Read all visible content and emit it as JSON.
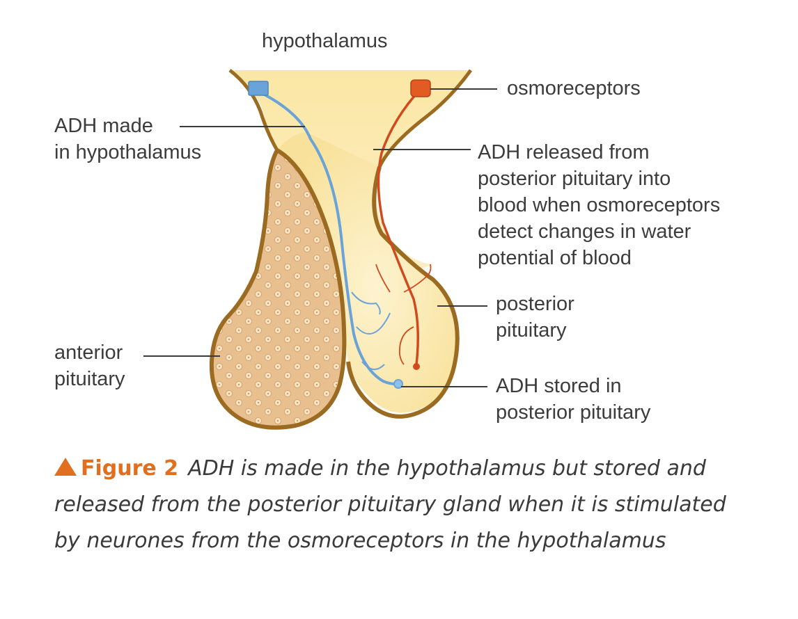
{
  "labels": {
    "hypothalamus": "hypothalamus",
    "osmoreceptors": "osmoreceptors",
    "adh_made": "ADH made\nin hypothalamus",
    "adh_released": "ADH released from\nposterior pituitary into\nblood when osmoreceptors\ndetect changes in water\npotential of blood",
    "posterior_pituitary": "posterior\npituitary",
    "anterior_pituitary": "anterior\npituitary",
    "adh_stored": "ADH stored in\nposterior pituitary"
  },
  "caption": {
    "figure_number": "Figure 2",
    "text": "ADH is made in the hypothalamus but stored and released from the posterior pituitary gland when it is stimulated by neurones from the osmoreceptors in the hypothalamus"
  },
  "colors": {
    "gland_fill": "#fbe7a8",
    "gland_outline": "#9c6b22",
    "anterior_fill": "#e9c08f",
    "adh_neurone": "#6aa3d8",
    "osmoreceptor_neurone": "#d14a1e",
    "accent": "#e0701f"
  }
}
